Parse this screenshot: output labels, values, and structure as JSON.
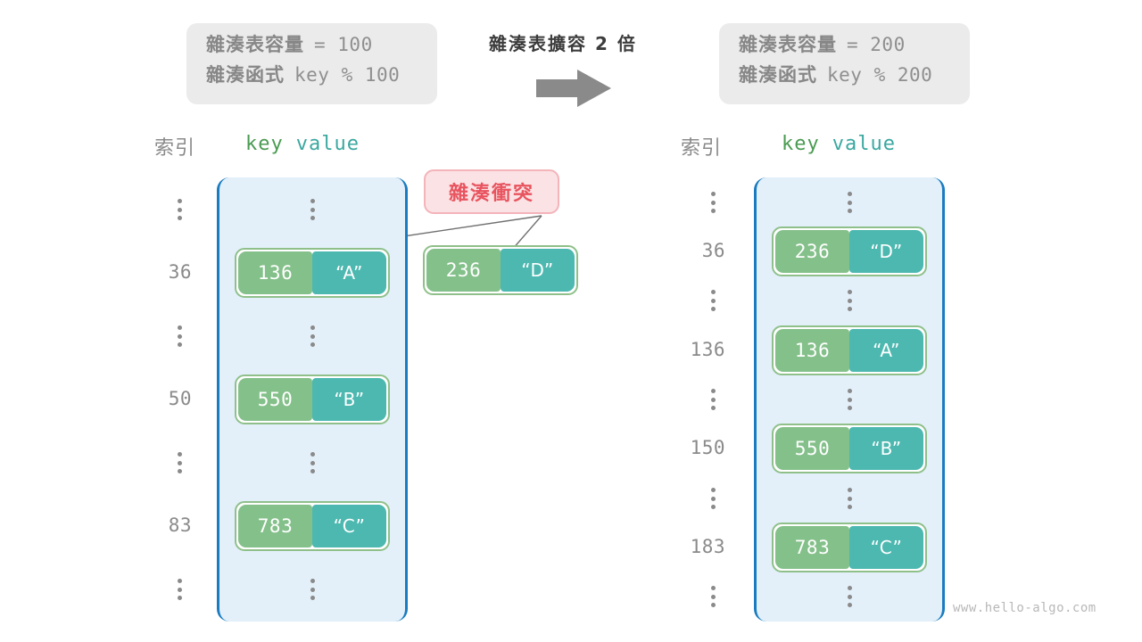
{
  "watermark": "www.hello-algo.com",
  "transition": {
    "label": "雜湊表擴容 2 倍",
    "arrow_icon": "right-arrow-icon"
  },
  "before": {
    "info": {
      "capacity_label": "雜湊表容量",
      "capacity_value": "= 100",
      "function_label": "雜湊函式",
      "function_value": "key % 100"
    },
    "headers": {
      "index": "索引",
      "key": "key",
      "value": "value"
    },
    "rows": [
      {
        "type": "dots",
        "index": ""
      },
      {
        "type": "entry",
        "index": "36",
        "key": "136",
        "value": "“A”"
      },
      {
        "type": "dots",
        "index": ""
      },
      {
        "type": "entry",
        "index": "50",
        "key": "550",
        "value": "“B”"
      },
      {
        "type": "dots",
        "index": ""
      },
      {
        "type": "entry",
        "index": "83",
        "key": "783",
        "value": "“C”"
      },
      {
        "type": "dots",
        "index": ""
      }
    ],
    "collision": {
      "badge_label": "雜湊衝突",
      "entry": {
        "key": "236",
        "value": "“D”"
      }
    }
  },
  "after": {
    "info": {
      "capacity_label": "雜湊表容量",
      "capacity_value": "= 200",
      "function_label": "雜湊函式",
      "function_value": "key % 200"
    },
    "headers": {
      "index": "索引",
      "key": "key",
      "value": "value"
    },
    "rows": [
      {
        "type": "dots",
        "index": ""
      },
      {
        "type": "entry",
        "index": "36",
        "key": "236",
        "value": "“D”"
      },
      {
        "type": "dots",
        "index": ""
      },
      {
        "type": "entry",
        "index": "136",
        "key": "136",
        "value": "“A”"
      },
      {
        "type": "dots",
        "index": ""
      },
      {
        "type": "entry",
        "index": "150",
        "key": "550",
        "value": "“B”"
      },
      {
        "type": "dots",
        "index": ""
      },
      {
        "type": "entry",
        "index": "183",
        "key": "783",
        "value": "“C”"
      },
      {
        "type": "dots",
        "index": ""
      }
    ]
  },
  "colors": {
    "key_cell": "#84c08a",
    "value_cell": "#4cb8b0",
    "table_fill": "#e3f0fa",
    "table_border": "#1a7cc0",
    "badge_bg": "#fbe2e4",
    "badge_text": "#e8545f",
    "info_bg": "#ebebeb",
    "arrow": "#8a8a8a"
  }
}
